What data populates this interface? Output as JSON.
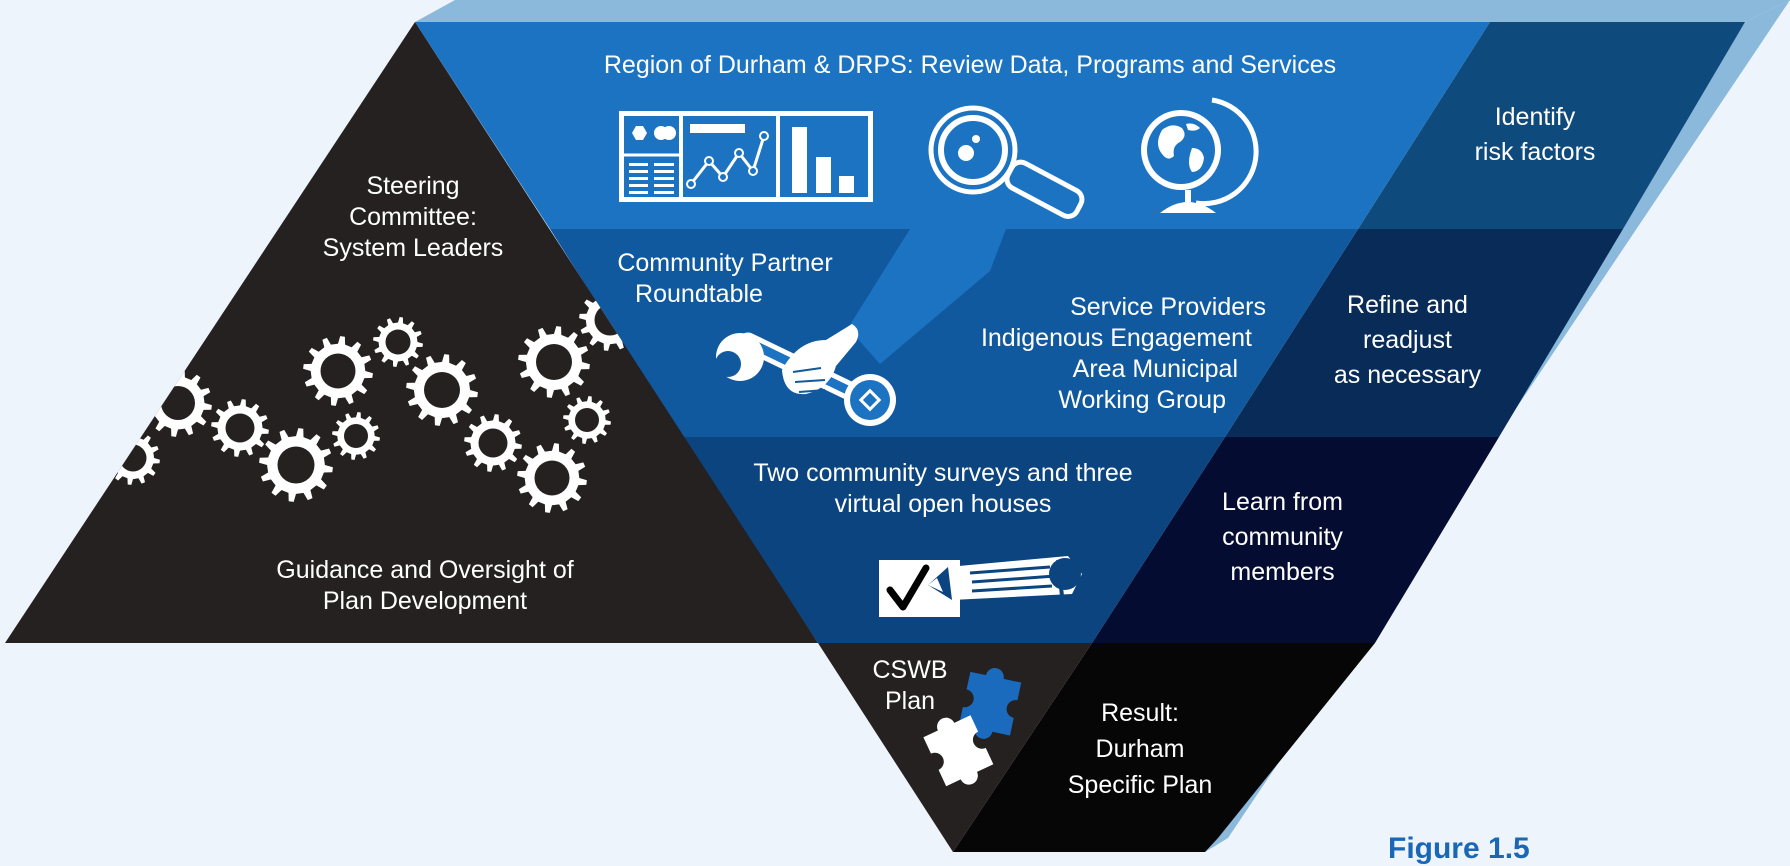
{
  "colors": {
    "background": "#eef4fb",
    "top_band": "#1b73c2",
    "mid_band": "#10599e",
    "low_band": "#0b447f",
    "dark_triangle": "#262121",
    "result_triangle": "#060606",
    "col_identify": "#0f4a7c",
    "col_refine": "#082b58",
    "col_learn": "#050c32",
    "side_3d": "#8ab9dc",
    "puzzle_blue": "#1a6bbd",
    "figure_label": "#1a67b6"
  },
  "diagram": {
    "top_band_title": "Region of Durham & DRPS: Review Data, Programs and Services",
    "steering": {
      "line1": "Steering",
      "line2": "Committee:",
      "line3": "System Leaders"
    },
    "guidance": {
      "line1": "Guidance and Oversight of",
      "line2": "Plan Development"
    },
    "roundtable": {
      "line1": "Community Partner",
      "line2": "Roundtable"
    },
    "providers": {
      "line1": "Service Providers",
      "line2": "Indigenous Engagement",
      "line3": "Area Municipal",
      "line4": "Working Group"
    },
    "surveys": {
      "line1": "Two community surveys and three",
      "line2": "virtual open houses"
    },
    "cswb": {
      "line1": "CSWB",
      "line2": "Plan"
    },
    "result": {
      "line1": "Result:",
      "line2": "Durham",
      "line3": "Specific Plan"
    },
    "identify": {
      "line1": "Identify",
      "line2": "risk factors"
    },
    "refine": {
      "line1": "Refine and",
      "line2": "readjust",
      "line3": "as necessary"
    },
    "learn": {
      "line1": "Learn from",
      "line2": "community",
      "line3": "members"
    }
  },
  "figure_label": "Figure 1.5",
  "icons": [
    "dashboard-icon",
    "magnifier-icon",
    "globe-icon",
    "gears-icon",
    "handshake-wrench-icon",
    "checklist-pencil-icon",
    "puzzle-blue-icon",
    "puzzle-white-icon"
  ]
}
